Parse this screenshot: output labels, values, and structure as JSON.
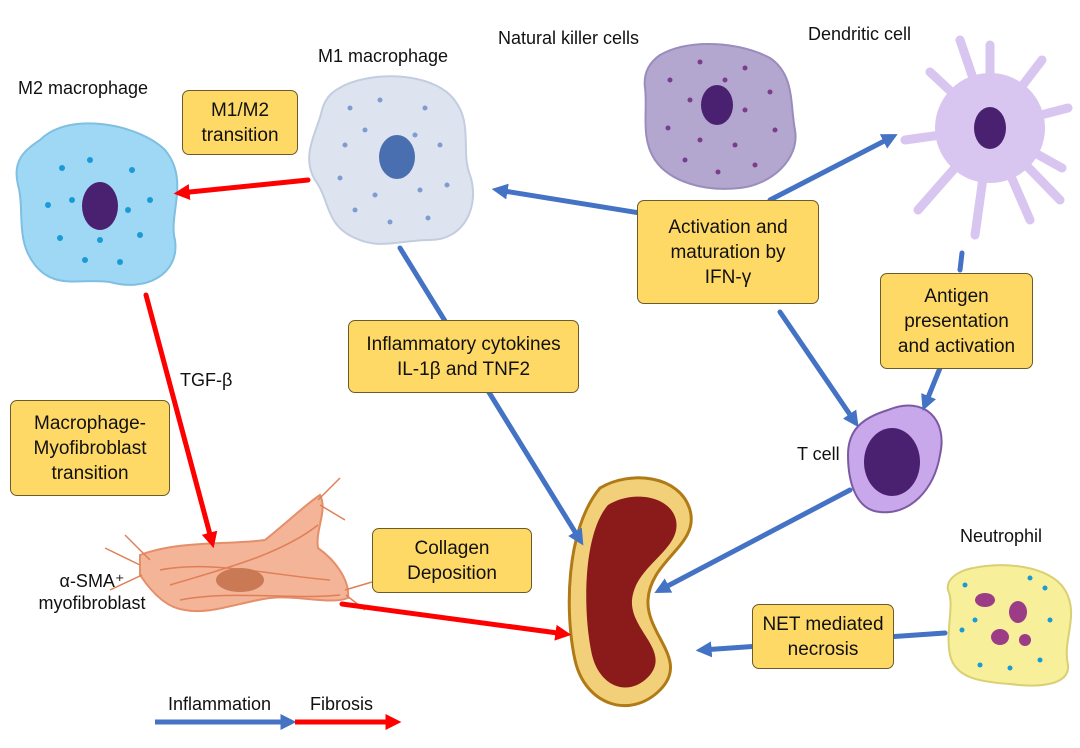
{
  "labels": {
    "m2_macrophage": "M2 macrophage",
    "m1_macrophage": "M1 macrophage",
    "natural_killer_cells": "Natural killer cells",
    "dendritic_cell": "Dendritic cell",
    "tgf_beta": "TGF-β",
    "t_cell": "T cell",
    "neutrophil": "Neutrophil",
    "myofibroblast_line1": "α-SMA⁺",
    "myofibroblast_line2": "myofibroblast"
  },
  "boxes": {
    "m1_m2_transition": [
      "M1/M2",
      "transition"
    ],
    "activation_maturation": [
      "Activation and",
      "maturation by",
      "IFN-γ"
    ],
    "inflammatory_cytokines": [
      "Inflammatory cytokines",
      "IL-1β and TNF2"
    ],
    "antigen_presentation": [
      "Antigen",
      "presentation",
      "and activation"
    ],
    "macrophage_myofibroblast": [
      "Macrophage-",
      "Myofibroblast",
      "transition"
    ],
    "collagen_deposition": [
      "Collagen",
      "Deposition"
    ],
    "net_necrosis": [
      "NET mediated",
      "necrosis"
    ]
  },
  "legend": {
    "inflammation": "Inflammation",
    "fibrosis": "Fibrosis"
  },
  "colors": {
    "inflammation_arrow": "#4472c4",
    "fibrosis_arrow": "#ff0000",
    "label_box": "#ffd966",
    "m2_macrophage": "#9fd8f5",
    "m1_macrophage": "#dde4f0",
    "nk_cell": "#b3a7cf",
    "dendritic_cell": "#d8c6f0",
    "t_cell": "#c9a7eb",
    "neutrophil": "#f7ef9a",
    "myofibroblast": "#f3b497",
    "kidney_outer": "#f2d07a",
    "kidney_inner": "#8b1a1a"
  }
}
